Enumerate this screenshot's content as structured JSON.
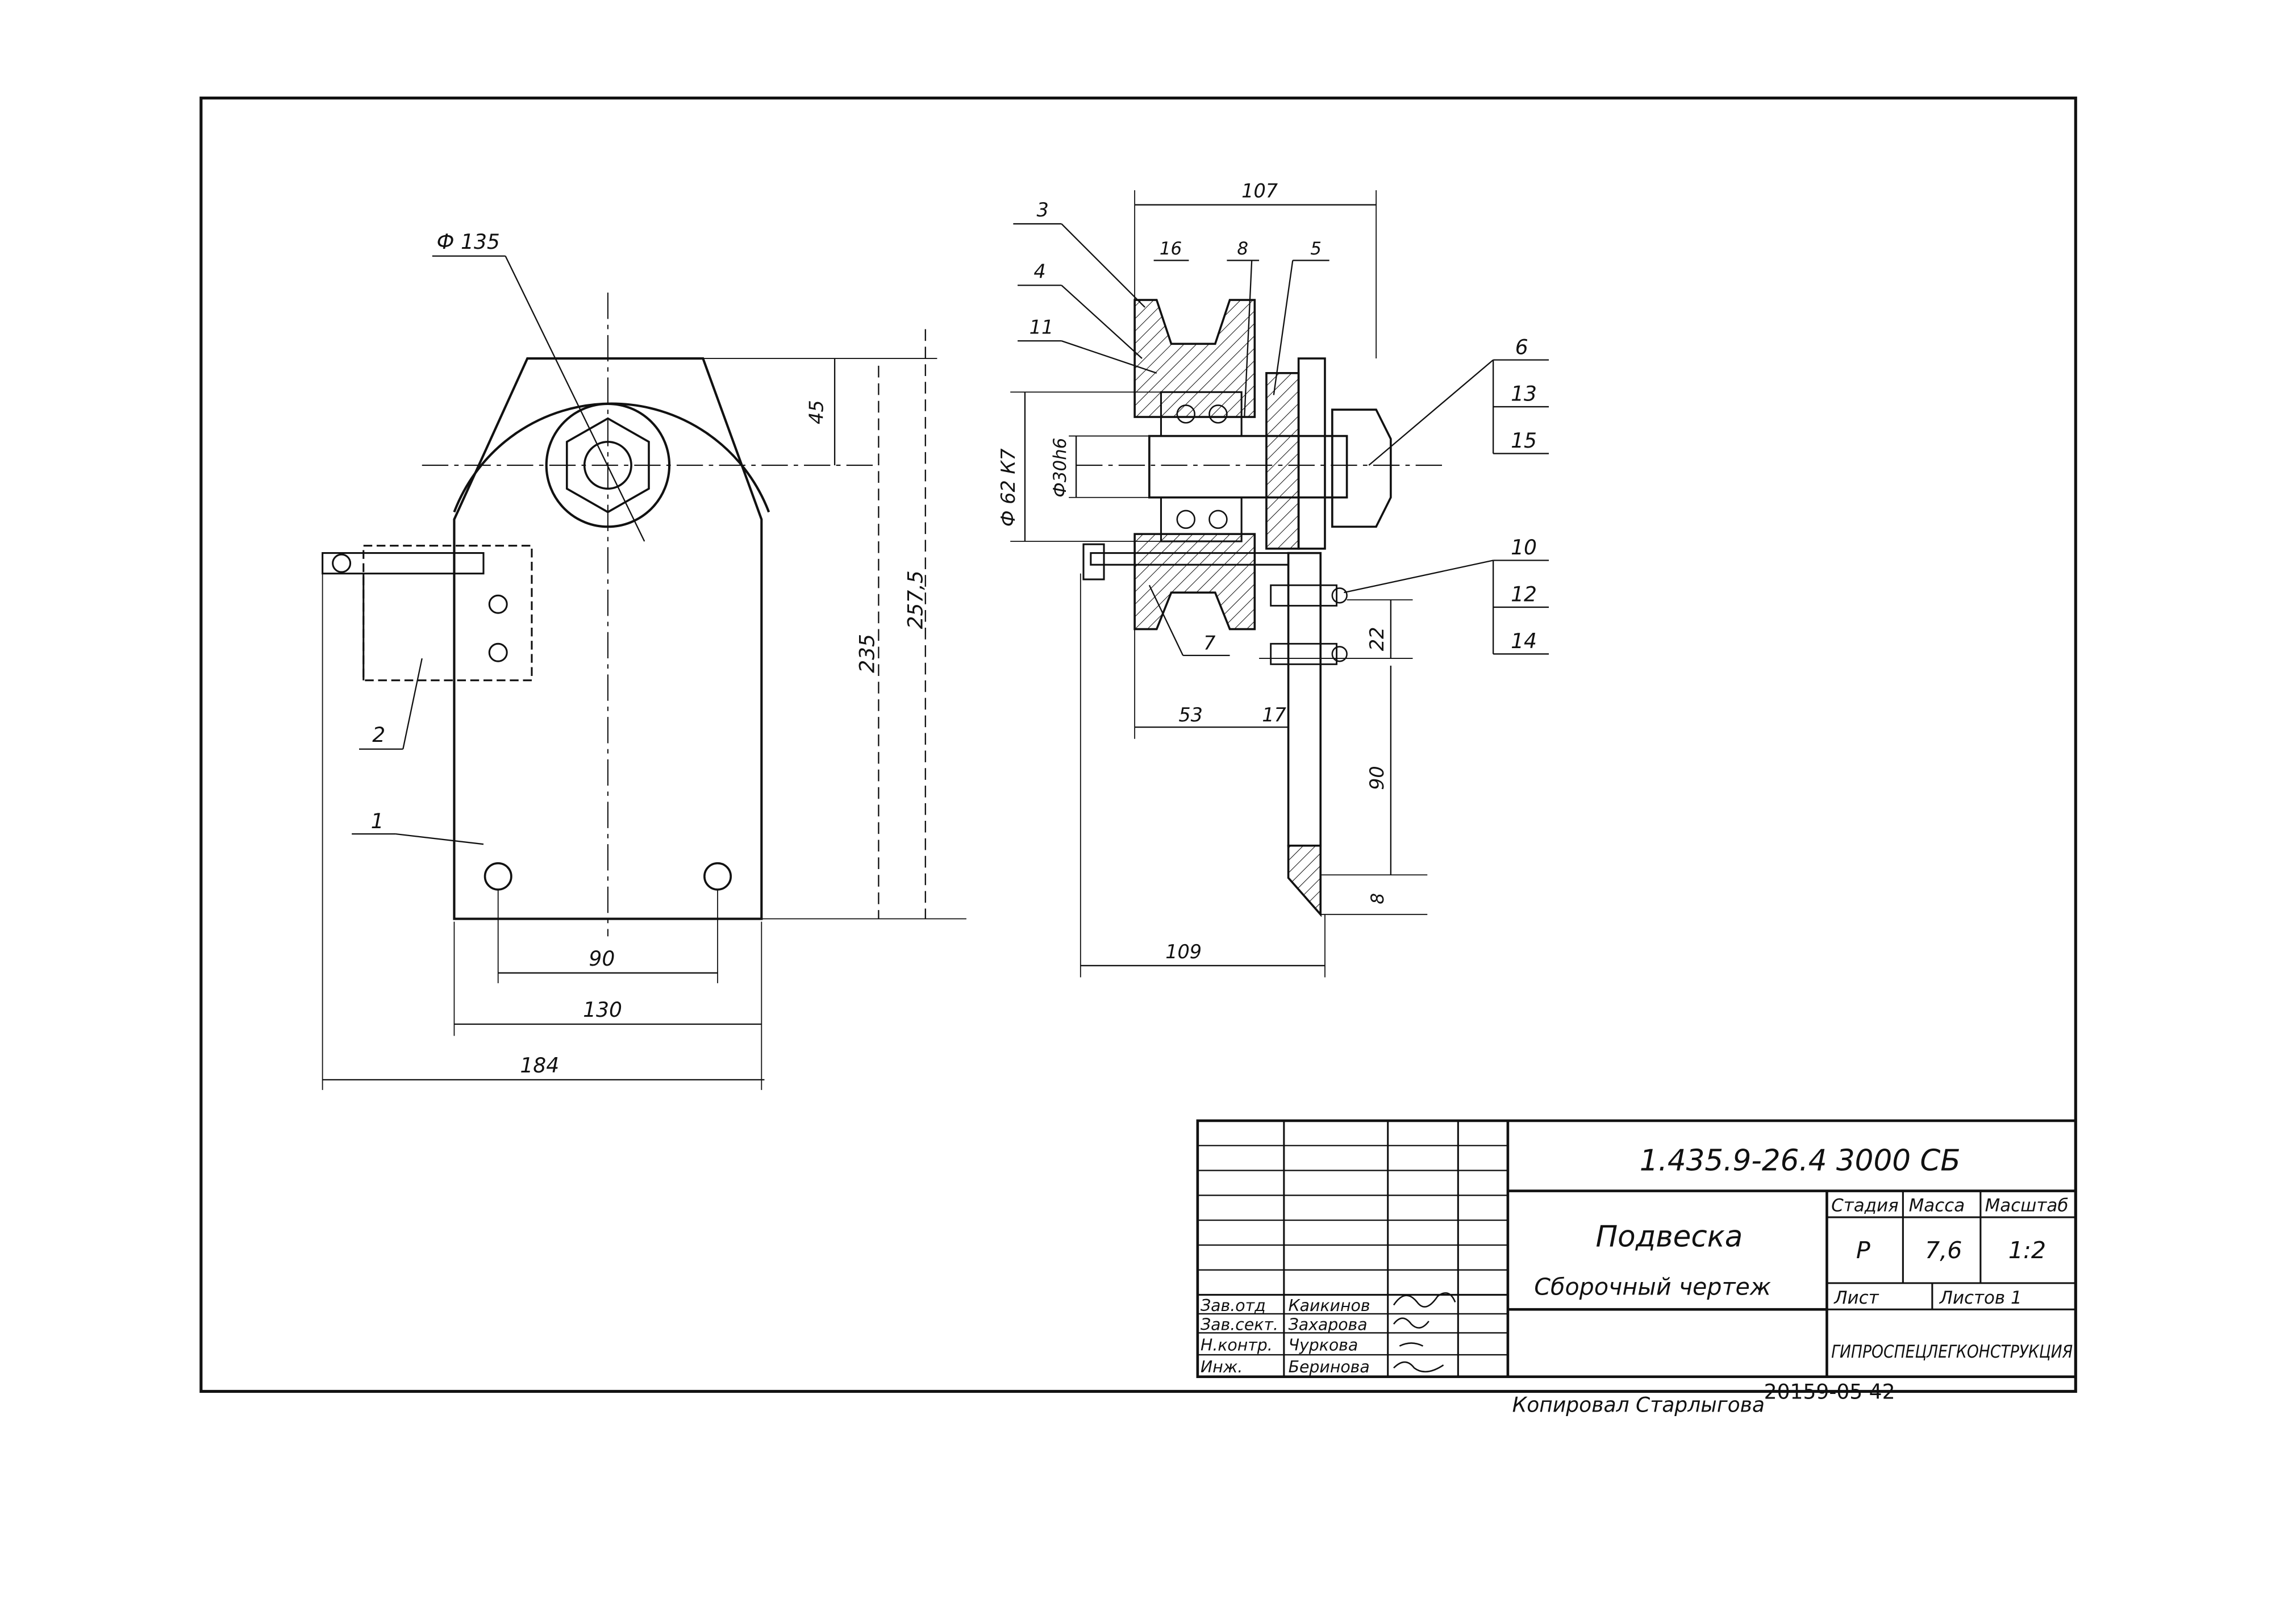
{
  "drawing": {
    "front_view": {
      "dims": {
        "d_wheel": "Ф 135",
        "h_45": "45",
        "h_235": "235",
        "h_257": "257,5",
        "w_90": "90",
        "w_130": "130",
        "w_184": "184"
      },
      "leaders": {
        "p1": "1",
        "p2": "2"
      }
    },
    "side_view": {
      "dims": {
        "top_107": "107",
        "d_62": "Ф 62 К7",
        "d_30": "Ф30h6",
        "d_22": "22",
        "d_53": "53",
        "d_17": "17",
        "d_90": "90",
        "d_8": "8",
        "d_109": "109"
      },
      "leaders": {
        "p3": "3",
        "p4": "4",
        "p11": "11",
        "p16": "16",
        "p8": "8",
        "p5": "5",
        "p6": "6",
        "p13": "13",
        "p15": "15",
        "p10": "10",
        "p12": "12",
        "p14": "14",
        "p7": "7"
      }
    }
  },
  "title_block": {
    "doc_code": "1.435.9-26.4  3000 СБ",
    "title": "Подвеска",
    "subtitle": "Сборочный  чертеж",
    "hdr_stage": "Стадия",
    "hdr_mass": "Масса",
    "hdr_scale": "Масштаб",
    "stage": "Р",
    "mass": "7,6",
    "scale": "1:2",
    "sheet": "Лист",
    "sheets": "Листов 1",
    "org": "ГИПРОСПЕЦЛЕГКОНСТРУКЦИЯ",
    "roles": [
      "Зав.отд",
      "Зав.сект.",
      "Н.контр.",
      "Инж."
    ],
    "names": [
      "Каикинов",
      "Захарова",
      "Чуркова",
      "Беринова"
    ]
  },
  "footer": {
    "note": "Копировал  Старлыгова",
    "number": "20159-05  42"
  }
}
